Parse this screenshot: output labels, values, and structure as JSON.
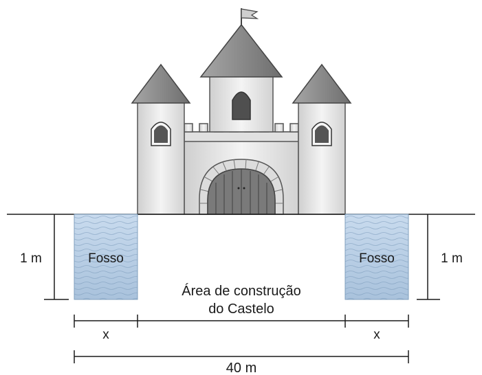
{
  "labels": {
    "left_depth": "1 m",
    "right_depth": "1 m",
    "left_moat": "Fosso",
    "right_moat": "Fosso",
    "area_line1": "Área de construção",
    "area_line2": "do Castelo",
    "left_width": "x",
    "right_width": "x",
    "total_width": "40 m"
  },
  "colors": {
    "stone_light": "#f0f0f0",
    "stone_mid": "#d6d6d6",
    "roof": "#8c8c8c",
    "window": "#5a5a5a",
    "water": "#c3d6ea",
    "water_lines": "#7f9fbe",
    "line": "#1a1a1a"
  }
}
